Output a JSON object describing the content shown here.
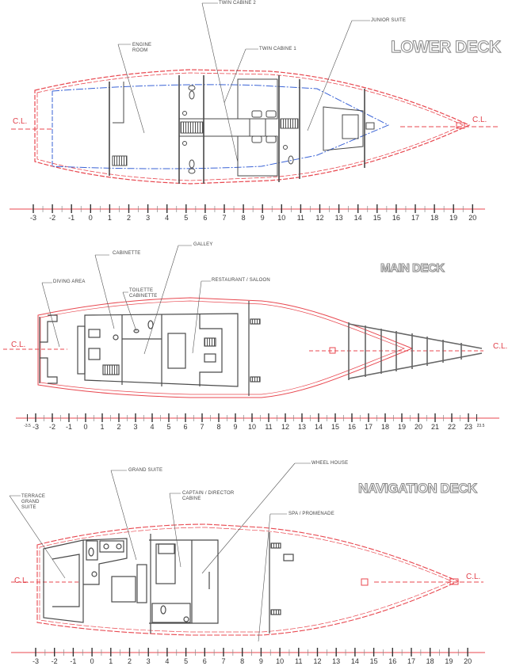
{
  "decks": [
    {
      "id": "lower",
      "title": "LOWER DECK",
      "labels": [
        {
          "text": "Twin Cabine 2"
        },
        {
          "text": "Engine Room"
        },
        {
          "text": "Twin Cabine 1"
        },
        {
          "text": "Junior Suite"
        }
      ],
      "centerline_label": "C.L.",
      "scale": {
        "ticks": [
          "-3",
          "-2",
          "-1",
          "0",
          "1",
          "2",
          "3",
          "4",
          "5",
          "6",
          "7",
          "8",
          "9",
          "10",
          "11",
          "12",
          "13",
          "14",
          "15",
          "16",
          "17",
          "18",
          "19",
          "20"
        ]
      }
    },
    {
      "id": "main",
      "title": "MAIN DECK",
      "labels": [
        {
          "text": "Cabinette"
        },
        {
          "text": "Galley"
        },
        {
          "text": "Diving Area"
        },
        {
          "text": "Toilette Cabinette"
        },
        {
          "text": "Restaurant / Saloon"
        }
      ],
      "centerline_label": "C.L.",
      "scale": {
        "start": "-3.5",
        "end": "23.5",
        "ticks": [
          "-3",
          "-2",
          "-1",
          "0",
          "1",
          "2",
          "3",
          "4",
          "5",
          "6",
          "7",
          "8",
          "9",
          "10",
          "11",
          "12",
          "13",
          "14",
          "15",
          "16",
          "17",
          "18",
          "19",
          "20",
          "21",
          "22",
          "23"
        ]
      }
    },
    {
      "id": "navigation",
      "title": "NAVIGATION DECK",
      "labels": [
        {
          "text": "Grand Suite"
        },
        {
          "text": "Wheel House"
        },
        {
          "text": "Terrace Grand Suite"
        },
        {
          "text": "Captain / Director Cabine"
        },
        {
          "text": "Spa / Promenade"
        }
      ],
      "centerline_label": "C.L.",
      "scale": {
        "ticks": [
          "-3",
          "-2",
          "-1",
          "0",
          "1",
          "2",
          "3",
          "4",
          "5",
          "6",
          "7",
          "8",
          "9",
          "10",
          "11",
          "12",
          "13",
          "14",
          "15",
          "16",
          "17",
          "18",
          "19",
          "20"
        ]
      }
    }
  ],
  "colors": {
    "hull": "#e8474f",
    "waterline": "#3a63d6",
    "structure": "#4a4a4a"
  }
}
